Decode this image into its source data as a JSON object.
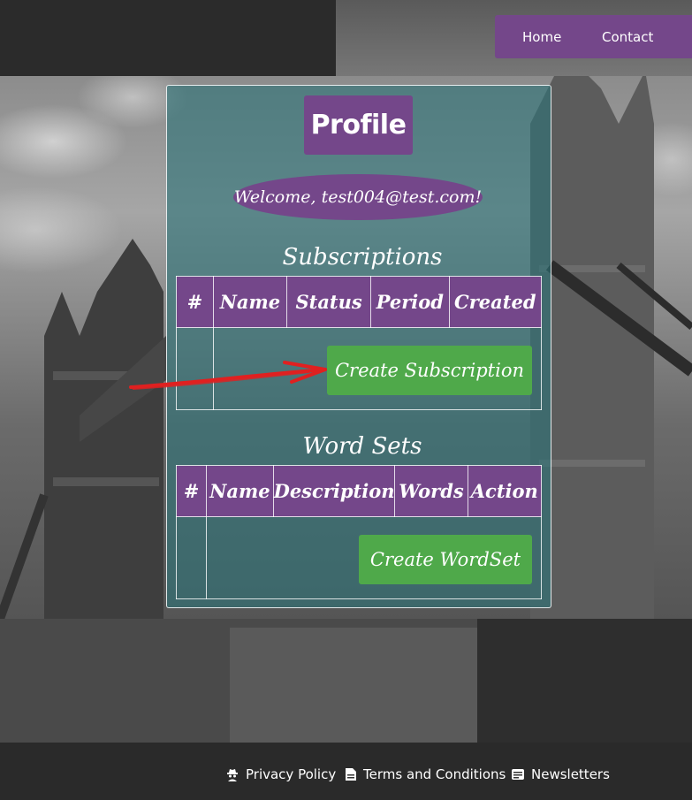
{
  "nav": {
    "home": "Home",
    "contact": "Contact"
  },
  "profile": {
    "title": "Profile",
    "welcome": "Welcome, test004@test.com!"
  },
  "subscriptions": {
    "title": "Subscriptions",
    "columns": [
      "#",
      "Name",
      "Status",
      "Period",
      "Created"
    ],
    "create_button": "Create Subscription"
  },
  "word_sets": {
    "title": "Word Sets",
    "columns": [
      "#",
      "Name",
      "Description",
      "Words",
      "Action"
    ],
    "create_button": "Create WordSet"
  },
  "footer": {
    "privacy": "Privacy Policy",
    "terms": "Terms and Conditions",
    "newsletters": "Newsletters"
  },
  "colors": {
    "accent": "#74478a",
    "button_green": "#4fa94a",
    "annotation_arrow": "#e02020"
  }
}
